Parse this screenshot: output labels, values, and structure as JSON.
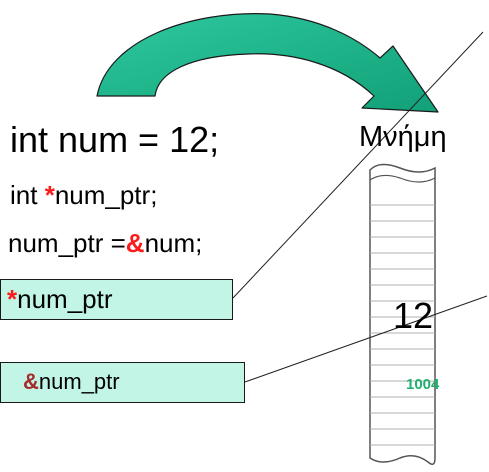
{
  "code": {
    "line1": "int num = 12;",
    "line2_prefix": "int ",
    "line2_star": "*",
    "line2_rest": "num_ptr;",
    "line3_prefix": "num_ptr =",
    "line3_amp": "&",
    "line3_rest": "num;"
  },
  "boxes": {
    "deref_star": "*",
    "deref_text": "num_ptr",
    "addr_amp": "&",
    "addr_text": "num_ptr"
  },
  "memory": {
    "label": "Μνήμη",
    "value": "12",
    "address": "1004"
  },
  "colors": {
    "arrow_fill": "#20b890",
    "box_fill": "#c2f5e6",
    "operator_red": "#ff1a1a",
    "operator_dark_red": "#a52a2a",
    "address_green": "#20b070"
  }
}
